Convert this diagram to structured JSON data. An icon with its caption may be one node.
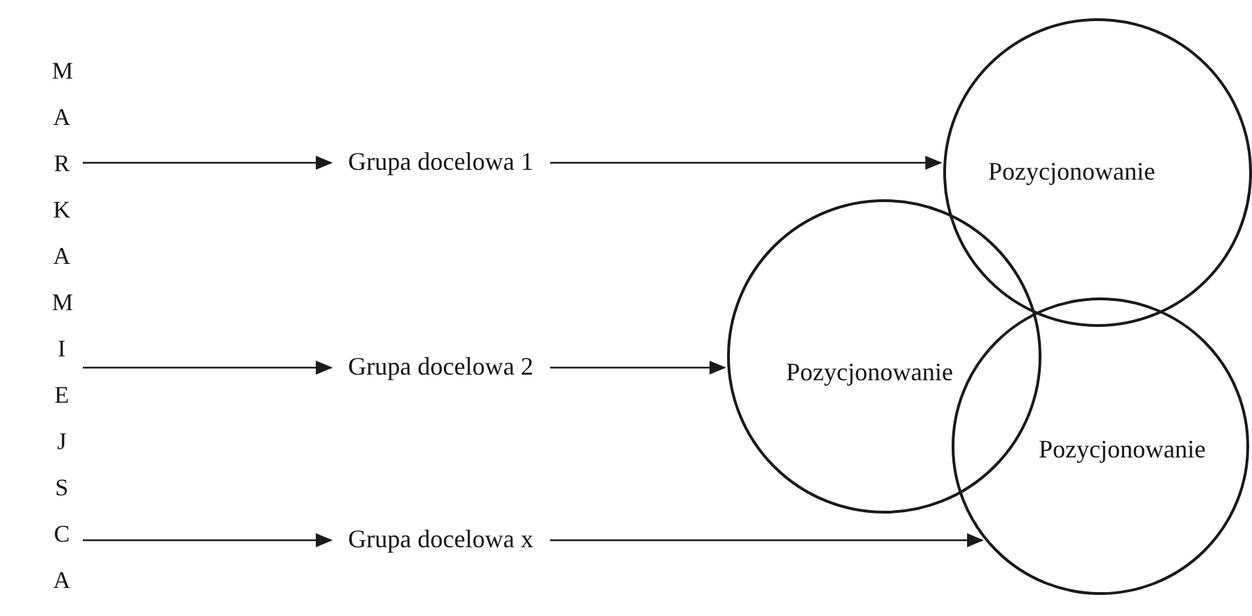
{
  "diagram": {
    "nodes": [
      {
        "text": [
          "MARKA MIEJSCA"
        ]
      },
      {
        "text": [
          "Grupa docelowa 1"
        ]
      },
      {
        "text": [
          "Grupa docelowa 2"
        ]
      },
      {
        "text": [
          "Grupa docelowa x"
        ]
      },
      {
        "text": [
          "Pozycjonowanie"
        ]
      },
      {
        "text": [
          "Pozycjonowanie"
        ]
      },
      {
        "text": [
          "Pozycjonowanie"
        ]
      }
    ],
    "edges": [
      {
        "from": 0,
        "to": 1,
        "arrow": "to"
      },
      {
        "from": 0,
        "to": 2,
        "arrow": "to"
      },
      {
        "from": 0,
        "to": 3,
        "arrow": "to"
      },
      {
        "from": 1,
        "to": 4,
        "arrow": "to"
      },
      {
        "from": 2,
        "to": 5,
        "arrow": "to"
      },
      {
        "from": 3,
        "to": 6,
        "arrow": "to"
      }
    ]
  }
}
